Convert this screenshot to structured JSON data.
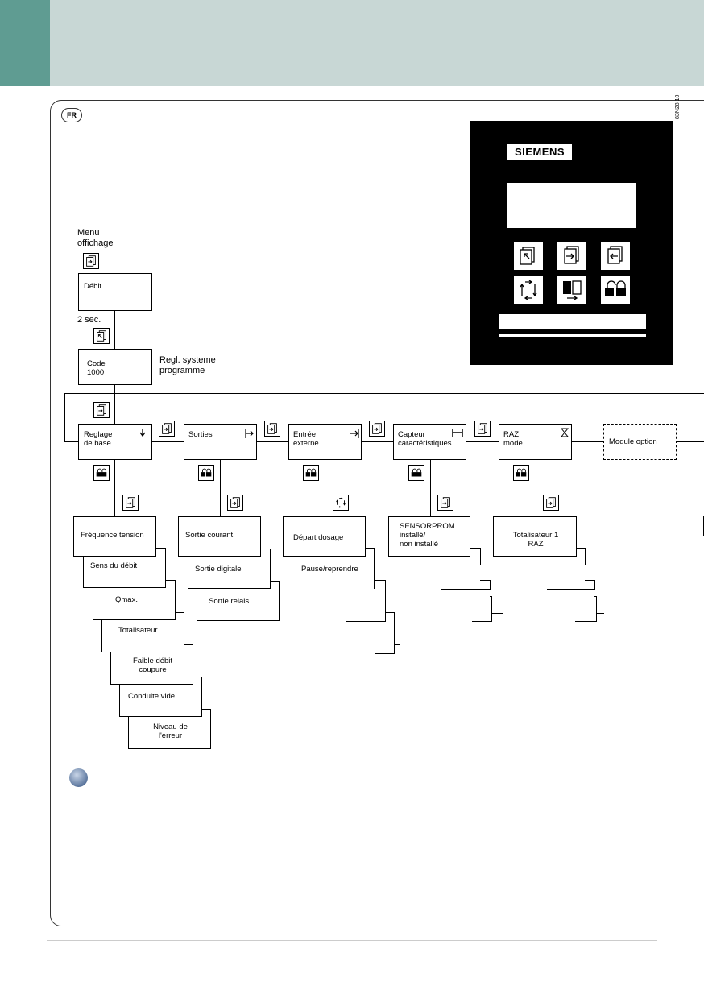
{
  "badge": "FR",
  "code": "83N28.10",
  "device": {
    "brand": "SIEMENS"
  },
  "labels": {
    "menu": "Menu\noffichage",
    "two_sec": "2 sec.",
    "regl": "Regl. systeme\nprogramme"
  },
  "boxes": {
    "debit": "Débit",
    "code": "Code\n1000",
    "reglage": "Reglage\nde base",
    "sorties": "Sorties",
    "entree": "Entrée\nexterne",
    "capteur": "Capteur\ncaractéristiques",
    "raz": "RAZ\nmode",
    "module": "Module option",
    "freq": "Fréquence tension",
    "sens": "Sens du débit",
    "qmax": "Qmax.",
    "totalisateur": "Totalisateur",
    "faible": "Faible débit\ncoupure",
    "conduite": "Conduite vide",
    "niveau": "Niveau de\nl'erreur",
    "sortie_courant": "Sortie courant",
    "sortie_digitale": "Sortie digitale",
    "sortie_relais": "Sortie relais",
    "depart": "Départ dosage",
    "pause": "Pause/reprendre",
    "sensorprom": "SENSORPROM\ninstallé/\nnon installé",
    "totalisateur1": "Totalisateur 1\nRAZ"
  },
  "icons": [
    "page-icon",
    "enter-icon",
    "lock-icon",
    "cycle-icon",
    "arrows-icon",
    "padlock-icon"
  ]
}
